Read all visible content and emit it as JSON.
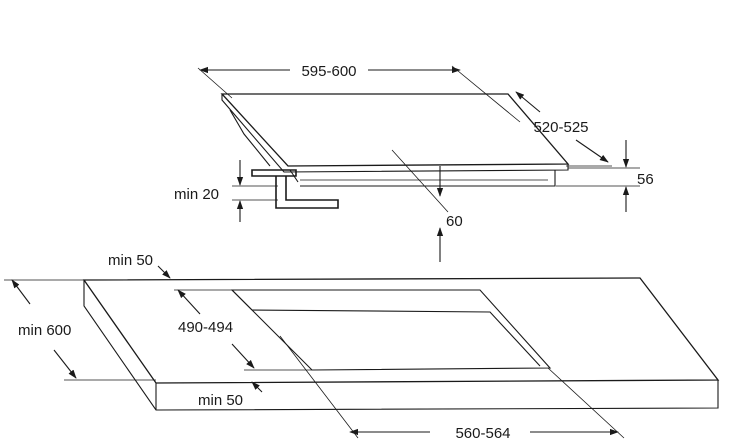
{
  "dimensions": {
    "hob_width": "595-600",
    "hob_depth": "520-525",
    "hob_height": "56",
    "min_clearance_below": "min 20",
    "gap_front": "60",
    "min_rear_edge": "min 50",
    "cutout_depth": "490-494",
    "worktop_depth": "min 600",
    "min_front_edge": "min 50",
    "cutout_width": "560-564"
  }
}
